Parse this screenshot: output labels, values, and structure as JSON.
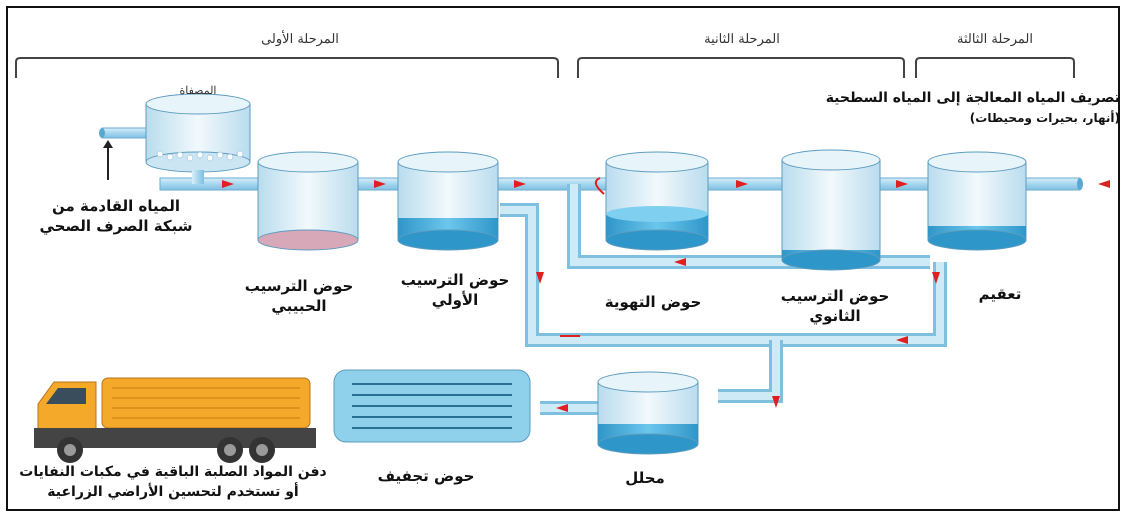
{
  "stages": {
    "first": "المرحلة الأولى",
    "second": "المرحلة الثانية",
    "third": "المرحلة الثالثة"
  },
  "labels": {
    "screen": "المصفاة",
    "incoming_line1": "المياه القادمة من",
    "incoming_line2": "شبكة الصرف الصحي",
    "grit_line1": "حوض الترسيب",
    "grit_line2": "الحبيبي",
    "primary_line1": "حوض الترسيب",
    "primary_line2": "الأولي",
    "aeration": "حوض التهوية",
    "secondary_line1": "حوض الترسيب",
    "secondary_line2": "الثانوي",
    "disinfection": "تعقيم",
    "discharge_line1": "تصريف المياه المعالجة إلى المياه السطحية",
    "discharge_line2": "(أنهار، بحيرات ومحيطات)",
    "digester": "محلل",
    "drying": "حوض تجفيف",
    "disposal_line1": "دفن المواد الصلبة الباقية في مكبات النفايات",
    "disposal_line2": "أو تستخدم لتحسين الأراضي الزراعية"
  },
  "colors": {
    "pipe": "#9fd4ee",
    "water": "#3fa7d6",
    "arrow": "#e02020",
    "tank": "#dceff8",
    "truck": "#f4a92a"
  }
}
